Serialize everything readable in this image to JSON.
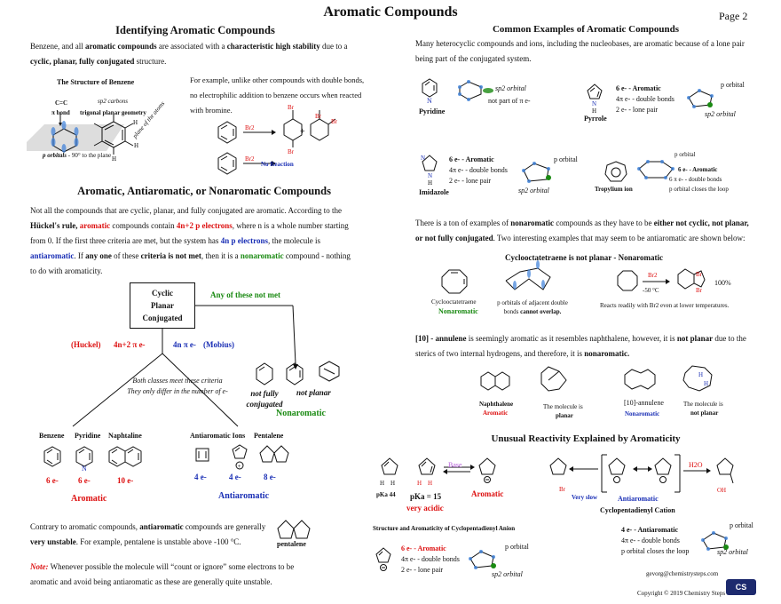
{
  "header": {
    "title": "Aromatic Compounds",
    "page_label": "Page 2"
  },
  "left": {
    "identify": {
      "heading": "Identifying Aromatic Compounds",
      "intro_1": "Benzene, and all",
      "intro_2": "aromatic compounds",
      "intro_3": "are associated with a",
      "intro_4": "characteristic high stability",
      "intro_5": "due to a",
      "intro_6": "cyclic, planar, fully conjugated",
      "intro_7": "structure.",
      "structure_title": "The Structure of Benzene",
      "cc_label": "C=C",
      "pi_bond": "π bond",
      "sp2_label": "sp2 carbons",
      "trigonal": "trigonal planar geometry",
      "plane": "plane of the atoms",
      "porbitals_a": "p orbitals",
      "porbitals_b": " - 90° to the plane",
      "example_text": "For example, unlike other compounds with double bonds, no electrophilic addition to benzene occurs when reacted with bromine.",
      "br2": "Br2",
      "br": "Br",
      "plus": "+",
      "no_reaction": "No Reaction"
    },
    "classify": {
      "heading": "Aromatic, Antiaromatic, or Nonaromatic Compounds",
      "p1": "Not all the compounds that are cyclic, planar, and fully conjugated are aromatic. According to the",
      "p2a": "Hückel's rule,",
      "p2b": "aromatic",
      "p2c": "compounds contain",
      "p2d": "4n+2 p electrons",
      "p2e": ", where n is a whole number starting",
      "p3a": "from 0. If the first three criteria are met, but the system has",
      "p3b": "4n p electrons",
      "p3c": ", the molecule is",
      "p4a": "antiaromatic",
      "p4b": ". If",
      "p4c": "any one",
      "p4d": "of these",
      "p4e": "criteria is not met",
      "p4f": ", then it is a",
      "p4g": "nonaromatic",
      "p4h": "compound - nothing",
      "p5": "to do with aromaticity.",
      "box_1": "Cyclic",
      "box_2": "Planar",
      "box_3": "Conjugated",
      "any_not_met": "Any of these not met",
      "huckel": "(Huckel)",
      "huckel_rule": "4n+2 π e-",
      "mobius_rule": "4n π e-",
      "mobius": "(Mobius)",
      "note_1": "Both classes meet these criteria",
      "note_2": "They only differ in the number of e-",
      "not_fully": "not fully",
      "conjugated": "conjugated",
      "not_planar": "not planar",
      "nonaromatic": "Nonaromatic",
      "benzene": "Benzene",
      "pyridine": "Pyridine",
      "naphtaline": "Naphtaline",
      "ben_e": "6 e-",
      "pyr_e": "6 e-",
      "nap_e": "10 e-",
      "aromatic": "Aromatic",
      "anti_ions": "Antiaromatic Ions",
      "pentalene": "Pentalene",
      "e4a": "4 e-",
      "e4b": "4 e-",
      "e8": "8 e-",
      "antiaromatic": "Antiaromatic",
      "contrary_1": "Contrary to aromatic compounds,",
      "contrary_2": "antiaromatic",
      "contrary_3": "compounds are generally",
      "contrary_4": "very unstable",
      "contrary_5": ". For example, pentalene is unstable above -100 °C.",
      "pentalene_label": "pentalene",
      "note_label": "Note:",
      "note_text_1": "Whenever possible the molecule will “count or ignore” some electrons to be",
      "note_text_2": "aromatic and avoid being antiaromatic as these are generally quite unstable."
    }
  },
  "right": {
    "common": {
      "heading": "Common Examples of Aromatic Compounds",
      "intro": "Many heterocyclic compounds and ions, including the nucleobases, are aromatic because of a lone pair being part of the conjugated system.",
      "pyridine": "Pyridine",
      "sp2_orbital": "sp2 orbital",
      "not_part": "not part of π e-",
      "pyrrole": "Pyrrole",
      "pyr_arom": "6 e- - Aromatic",
      "pyr_db": "4π e- - double bonds",
      "pyr_lp": "2 e- - lone pair",
      "p_orbital": "p orbital",
      "imidazole": "Imidazole",
      "imi_arom": "6 e- - Aromatic",
      "imi_db": "4π e- - double bonds",
      "imi_lp": "2 e- - lone pair",
      "tropylium": "Tropylium ion",
      "trop_arom": "6 e- - Aromatic",
      "trop_db": "6 π e- - double bonds",
      "trop_close": "p orbital closes the loop"
    },
    "nonarom": {
      "p1a": "There is a ton of examples of",
      "p1b": "nonaromatic",
      "p1c": "compounds as they have to be",
      "p1d": "either not cyclic, not planar,",
      "p2a": "or not fully conjugated",
      "p2b": ". Two interesting examples that may seem to be antiaromatic are shown below:",
      "cot_heading": "Cyclooctatetraene is not planar - Nonaromatic",
      "cot": "Cyclooctatetraene",
      "cot_non": "Nonaromatic",
      "cot_orb_1": "p orbitals of adjacent double",
      "cot_orb_2": "bonds",
      "cot_orb_3": "cannot overlap.",
      "br2": "Br2",
      "temp": "-50 °C",
      "br": "Br",
      "yield": "100%",
      "reacts": "Reacts readily with Br2 even at lower temperatures.",
      "ann_1": "[10] -",
      "ann_2": "annulene",
      "ann_3": "is seemingly aromatic as it resembles naphthalene, however, it is",
      "ann_4": "not planar",
      "ann_5": "due to the",
      "ann_6": "sterics of two internal hydrogens, and therefore, it is",
      "ann_7": "nonaromatic.",
      "naph": "Naphthalene",
      "naph_ar": "Aromatic",
      "mol_is": "The molecule is",
      "planar": "planar",
      "annulene": "[10]-annulene",
      "ann_non": "Nonaromatic",
      "mol_is2": "The molecule is",
      "not_planar": "not planar",
      "h": "H"
    },
    "reactivity": {
      "heading": "Unusual Reactivity Explained by Aromaticity",
      "pka44": "pKa 44",
      "pka15": "pKa = 15",
      "very_acidic": "very acidic",
      "base": "Base",
      "aromatic": "Aromatic",
      "very_slow": "Very slow",
      "antiaromatic": "Antiaromatic",
      "cation": "Cyclopentadienyl Cation",
      "h2o": "H2O",
      "oh": "OH",
      "br": "Br",
      "anion_heading": "Structure and Aromaticity of Cyclopentadienyl Anion",
      "an_arom": "6 e- - Aromatic",
      "an_db": "4π e- - double bonds",
      "an_lp": "2 e- - lone pair",
      "p_orbital": "p orbital",
      "sp2_orbital": "sp2 orbital",
      "cat_anti": "4 e- - Antiaromatic",
      "cat_db": "4π e- - double bonds",
      "cat_close": "p orbital closes the loop"
    }
  },
  "footer": {
    "email": "gevorg@chemistrysteps.com",
    "copyright": "Copyright © 2019 Chemistry Steps",
    "logo_text": "CS"
  }
}
